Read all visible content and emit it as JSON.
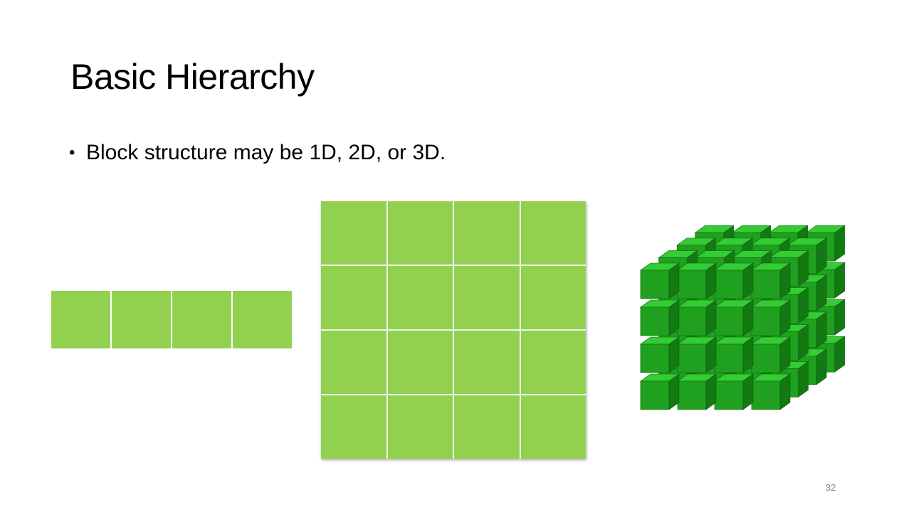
{
  "slide": {
    "title": "Basic Hierarchy",
    "bullets": [
      "Block structure may be 1D, 2D, or 3D."
    ],
    "bullet_marker": "•",
    "page_number": "32"
  },
  "figures": {
    "grid_1d": {
      "columns": 4,
      "rows": 1,
      "fill_color": "#92d050"
    },
    "grid_2d": {
      "columns": 4,
      "rows": 4,
      "fill_color": "#92d050"
    },
    "cube_3d": {
      "size": 4,
      "top_color": "#33cc33",
      "front_color": "#1fa01f",
      "side_color": "#137a13"
    }
  }
}
